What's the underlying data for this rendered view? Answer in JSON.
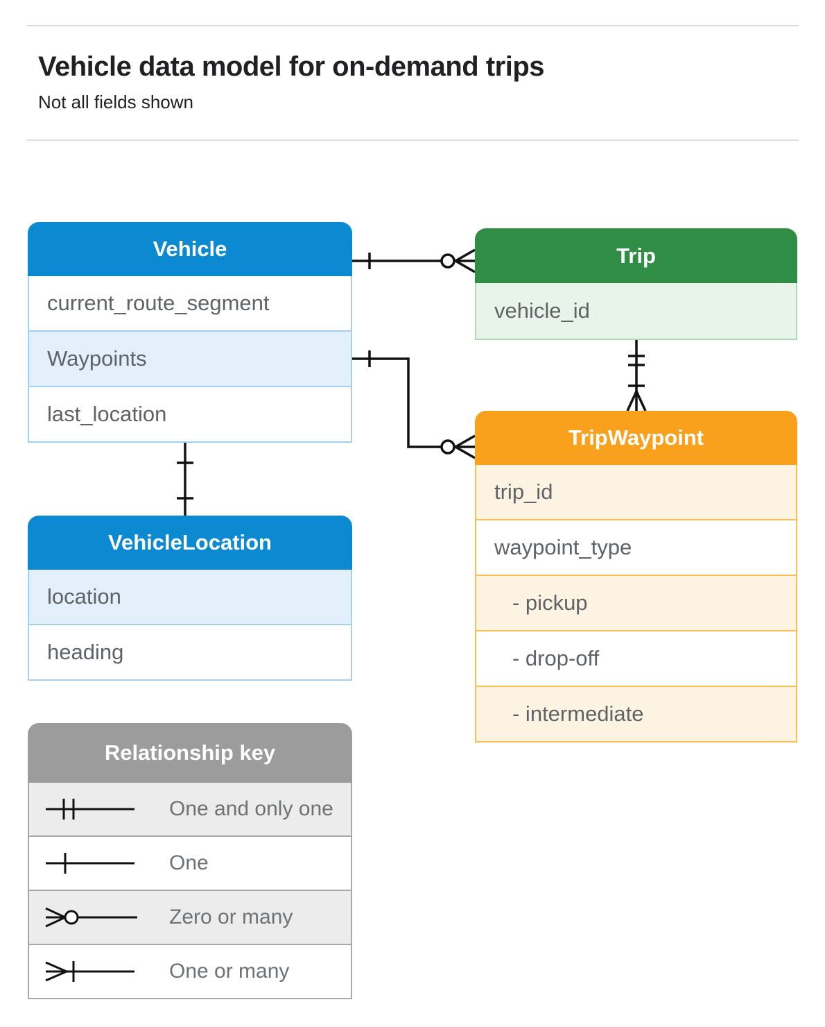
{
  "page": {
    "title": "Vehicle data model for on-demand trips",
    "subtitle": "Not all fields shown"
  },
  "entities": {
    "vehicle": {
      "title": "Vehicle",
      "fields": [
        {
          "label": "current_route_segment",
          "highlight": false
        },
        {
          "label": "Waypoints",
          "highlight": true
        },
        {
          "label": "last_location",
          "highlight": false
        }
      ]
    },
    "trip": {
      "title": "Trip",
      "fields": [
        {
          "label": "vehicle_id",
          "highlight": true
        }
      ]
    },
    "trip_waypoint": {
      "title": "TripWaypoint",
      "fields": [
        {
          "label": "trip_id",
          "highlight": true
        },
        {
          "label": "waypoint_type",
          "highlight": false
        },
        {
          "label": "- pickup",
          "highlight": true,
          "indent": true
        },
        {
          "label": "- drop-off",
          "highlight": false,
          "indent": true
        },
        {
          "label": "- intermediate",
          "highlight": true,
          "indent": true
        }
      ]
    },
    "vehicle_location": {
      "title": "VehicleLocation",
      "fields": [
        {
          "label": "location",
          "highlight": true
        },
        {
          "label": "heading",
          "highlight": false
        }
      ]
    }
  },
  "relationships": [
    {
      "from": "Vehicle",
      "to": "Trip",
      "from_cardinality": "One",
      "to_cardinality": "Zero or many"
    },
    {
      "from": "Vehicle.Waypoints",
      "to": "TripWaypoint",
      "from_cardinality": "One",
      "to_cardinality": "Zero or many"
    },
    {
      "from": "Trip",
      "to": "TripWaypoint",
      "from_cardinality": "One and only one",
      "to_cardinality": "One or many"
    },
    {
      "from": "Vehicle",
      "to": "VehicleLocation",
      "from_cardinality": "One",
      "to_cardinality": "One"
    }
  ],
  "legend": {
    "title": "Relationship key",
    "items": [
      {
        "symbol": "one-and-only-one",
        "label": "One and only one"
      },
      {
        "symbol": "one",
        "label": "One"
      },
      {
        "symbol": "zero-or-many",
        "label": "Zero or many"
      },
      {
        "symbol": "one-or-many",
        "label": "One or many"
      }
    ]
  },
  "colors": {
    "blue": "#0b89d1",
    "blue_light": "#e3f0fb",
    "blue_border": "#a3d0ef",
    "green": "#2f8d46",
    "green_light": "#e8f3ea",
    "green_border": "#b0d6b7",
    "orange": "#f9a11d",
    "orange_light": "#fdf3e2",
    "orange_border": "#f5c05a",
    "gray": "#9c9c9c",
    "gray_light": "#ececec",
    "gray_border": "#a8a8a8",
    "title_text": "#202124",
    "field_text": "#5f6368",
    "divider": "#dadce0",
    "line": "#111111"
  }
}
